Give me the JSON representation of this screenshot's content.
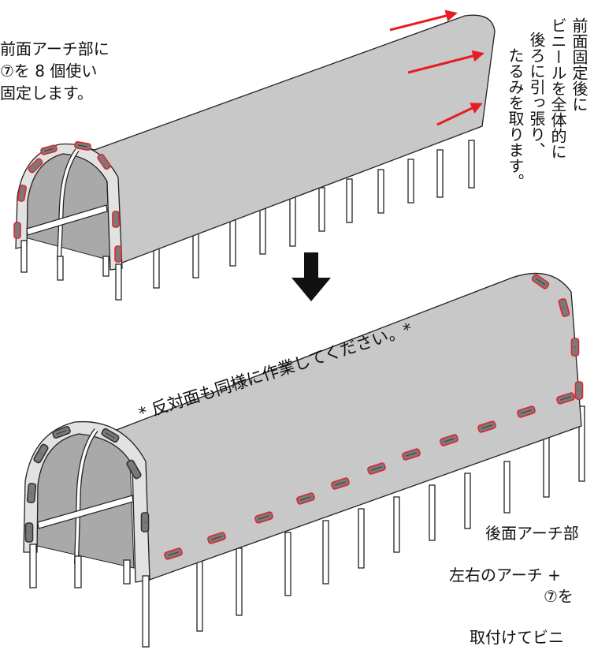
{
  "top_note": "前面アーチ部に\n⑦を 8 個使い\n固定します。",
  "vertical_note": {
    "line1": "前面固定後に",
    "line2": "ビニールを全体的に",
    "line3": "後ろに引っ張り、",
    "line4": "たるみを取ります。"
  },
  "opposite_side_note": "* 反対面も同様に作業してください。*",
  "rear_note": "後面アーチ部",
  "side_note": "左右のアーチ +",
  "clip_note": "⑦を",
  "attach_note": "取付けてビニ",
  "colors": {
    "plastic": "#c8c8c8",
    "frame": "#ffffff",
    "clip_outline": "#e0262f",
    "arrow": "#e81c24",
    "down_arrow": "#111111"
  }
}
